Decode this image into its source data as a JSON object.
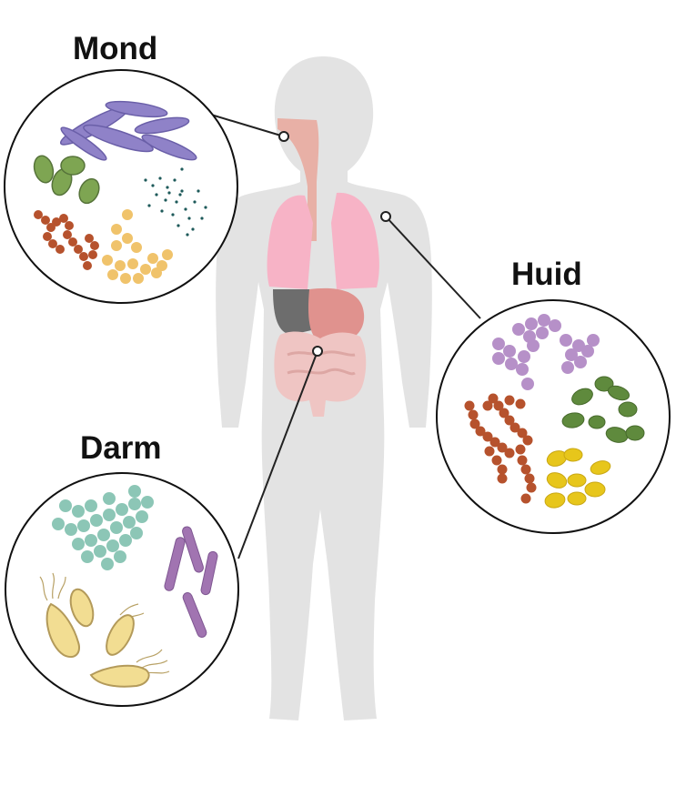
{
  "labels": {
    "mouth": "Mond",
    "skin": "Huid",
    "gut": "Darm"
  },
  "colors": {
    "body": "#e3e3e3",
    "lungs": "#f7b3c6",
    "stomach": "#e0928e",
    "intestine": "#efc5c3",
    "liver": "#6d6d6d",
    "purple_rods": "#8f82c8",
    "green_cocci": "#7ea552",
    "red_chains": "#b6522d",
    "yellow_cocci": "#f0c36b",
    "teal_dots": "#1e5a5a",
    "lilac_clusters": "#b690c8",
    "yellow_diplococci": "#e7c61b",
    "green_diplococci": "#5f8a3d",
    "aqua_clusters": "#8cc6b6",
    "violet_rods": "#a174b1",
    "yellow_bacilli": "#f2dd92"
  },
  "icons": {
    "mouth": [
      "rod-bacteria-icon",
      "diplococci-icon",
      "streptococci-icon",
      "staphylococci-icon",
      "small-cocci-icon"
    ],
    "skin": [
      "staphylococci-icon",
      "streptococci-icon",
      "diplococci-icon",
      "yellow-cocci-icon"
    ],
    "gut": [
      "cocci-cluster-icon",
      "rod-bacteria-icon",
      "flagellated-bacilli-icon"
    ]
  }
}
